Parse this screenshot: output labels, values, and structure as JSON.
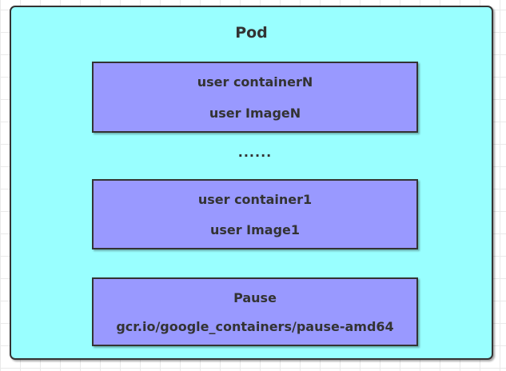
{
  "pod": {
    "title": "Pod",
    "ellipsis": "......",
    "boxes": [
      {
        "line1": "user containerN",
        "line2": "user ImageN"
      },
      {
        "line1": "user container1",
        "line2": "user Image1"
      },
      {
        "line1": "Pause",
        "line2": "gcr.io/google_containers/pause-amd64"
      }
    ],
    "colors": {
      "pod_fill": "#99ffff",
      "container_fill": "#9999ff",
      "border": "#333333",
      "text": "#333333",
      "grid_line": "#e9e9e9",
      "canvas_background": "#ffffff"
    }
  }
}
